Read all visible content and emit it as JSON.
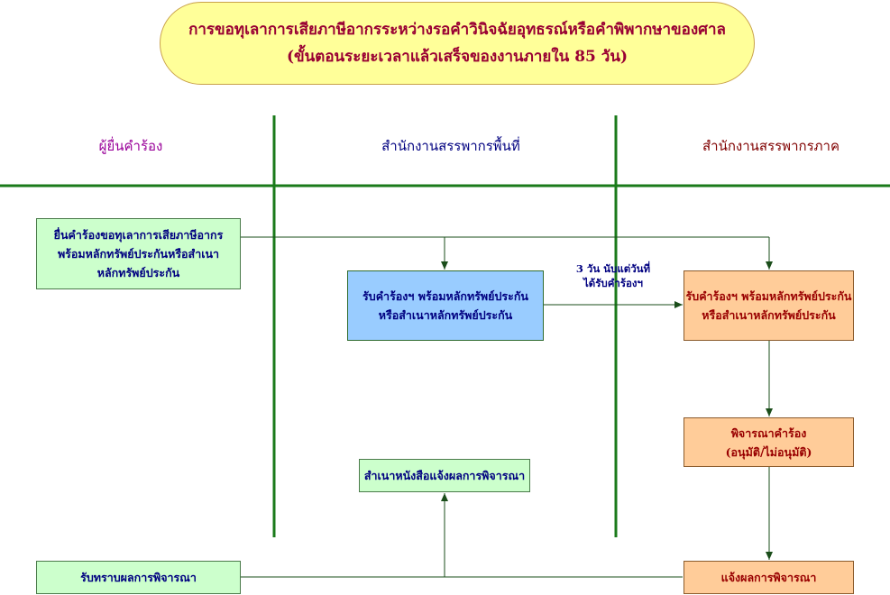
{
  "title": {
    "line1": "การขอทุเลาการเสียภาษีอากรระหว่างรอคำวินิจฉัยอุทธรณ์หรือคำพิพากษาของศาล",
    "line2": "(ขั้นตอนระยะเวลาแล้วเสร็จของงานภายใน 85 วัน)"
  },
  "lanes": {
    "applicant": "ผู้ยื่นคำร้อง",
    "area_office": "สำนักงานสรรพากรพื้นที่",
    "regional_office": "สำนักงานสรรพากรภาค"
  },
  "steps": {
    "submit": {
      "line1": "ยื่นคำร้องขอทุเลาการเสียภาษีอากร",
      "line2": "พร้อมหลักทรัพย์ประกันหรือสำเนา",
      "line3": "หลักทรัพย์ประกัน"
    },
    "area_receive": {
      "line1": "รับคำร้องฯ พร้อมหลักทรัพย์ประกัน",
      "line2": "หรือสำเนาหลักทรัพย์ประกัน"
    },
    "region_receive": {
      "line1": "รับคำร้องฯ พร้อมหลักทรัพย์ประกัน",
      "line2": "หรือสำเนาหลักทรัพย์ประกัน"
    },
    "consider": {
      "line1": "พิจารณาคำร้อง",
      "line2": "(อนุมัติ/ไม่อนุมัติ)"
    },
    "notify": "แจ้งผลการพิจารณา",
    "copy_letter": "สำเนาหนังสือแจ้งผลการพิจารณา",
    "acknowledge": "รับทราบผลการพิจารณา"
  },
  "note": {
    "line1": "3 วัน นับแต่วันที่",
    "line2": "ได้รับคำร้องฯ"
  },
  "colors": {
    "lane_line": "#1a7a1a",
    "arrow": "#1a4d1a",
    "title_fill": "#ffff99",
    "applicant_box": "#ccffcc",
    "area_box": "#99ccff",
    "region_box": "#ffcc99"
  }
}
